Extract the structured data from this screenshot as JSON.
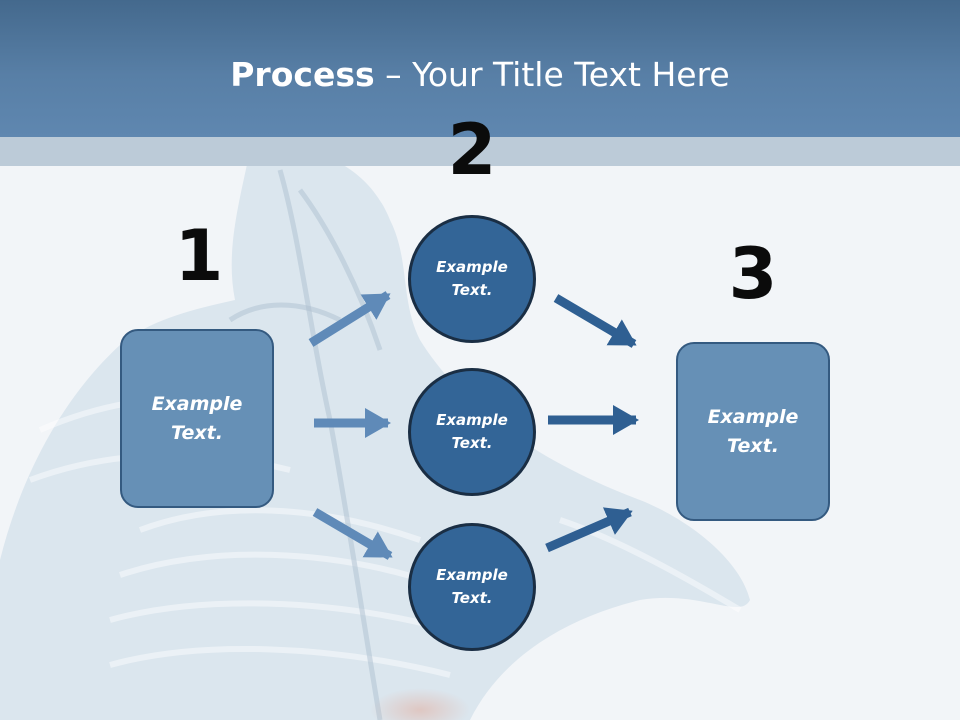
{
  "slide": {
    "title_bold": "Process",
    "title_rest": " – Your Title Text Here"
  },
  "steps": [
    {
      "number": "1",
      "label": "Example Text."
    },
    {
      "number": "2",
      "labels": [
        "Example Text.",
        "Example Text.",
        "Example Text."
      ]
    },
    {
      "number": "3",
      "label": "Example Text."
    }
  ],
  "colors": {
    "header": "#587fa6",
    "box_fill": "#6690b6",
    "circle_fill": "#336597",
    "arrow_light": "#5f8ab8",
    "arrow_dark": "#2f5f92"
  }
}
